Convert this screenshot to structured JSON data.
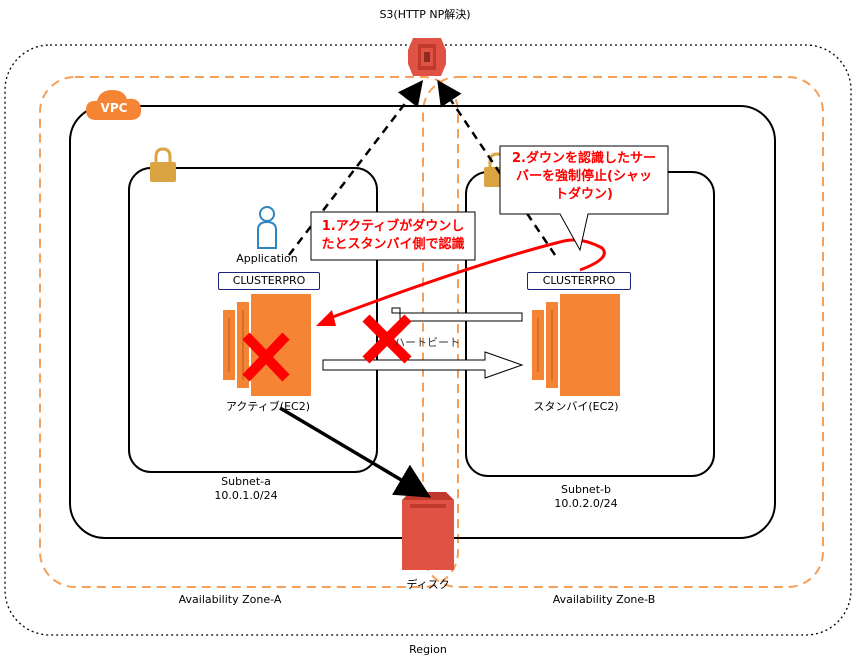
{
  "region_label": "Region",
  "s3_label": "S3(HTTP NP解決)",
  "vpc_badge": "VPC",
  "az_a_label": "Availability Zone-A",
  "az_b_label": "Availability Zone-B",
  "subnet_a": {
    "name": "Subnet-a",
    "cidr": "10.0.1.0/24"
  },
  "subnet_b": {
    "name": "Subnet-b",
    "cidr": "10.0.2.0/24"
  },
  "application_label": "Application",
  "clusterpro_a": "CLUSTERPRO",
  "clusterpro_b": "CLUSTERPRO",
  "active_label": "アクティブ(EC2)",
  "standby_label": "スタンバイ(EC2)",
  "heartbeat_label": "ハートビート",
  "disk_label": "ディスク",
  "callout_1_line1": "1.アクティブがダウンし",
  "callout_1_line2": "たとスタンバイ側で認識",
  "callout_2_line1": "2.ダウンを認識したサー",
  "callout_2_line2": "バーを強制停止(シャッ",
  "callout_2_line3": "トダウン)",
  "colors": {
    "ec2": "#f58534",
    "s3": "#e05243",
    "az_border": "#f5a05a",
    "cross": "#ff0000",
    "vpc": "#f58534",
    "lock": "#d9a441"
  }
}
